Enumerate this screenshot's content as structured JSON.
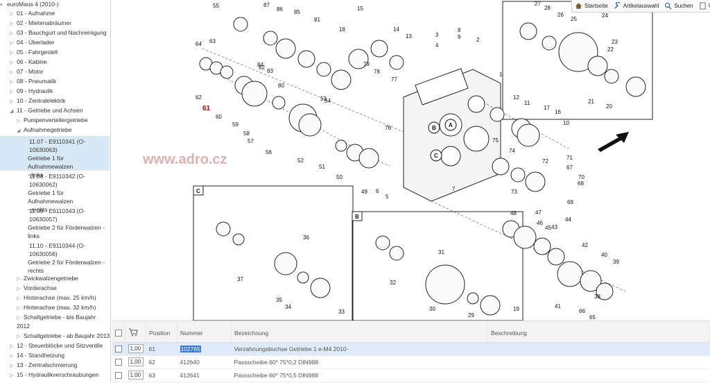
{
  "sidebar": {
    "items": [
      {
        "label": "euroMaus 4 (2010-)",
        "level": 0,
        "arrow": "▾"
      },
      {
        "label": "01 - Aufnahme",
        "level": 1,
        "arrow": "▷"
      },
      {
        "label": "02 - Mietenabräumer",
        "level": 1,
        "arrow": "▷"
      },
      {
        "label": "03 - Bauchgurt und Nachreinigung",
        "level": 1,
        "arrow": "▷"
      },
      {
        "label": "04 - Überlader",
        "level": 1,
        "arrow": "▷"
      },
      {
        "label": "05 - Fahrgestell",
        "level": 1,
        "arrow": "▷"
      },
      {
        "label": "06 - Kabine",
        "level": 1,
        "arrow": "▷"
      },
      {
        "label": "07 - Motor",
        "level": 1,
        "arrow": "▷"
      },
      {
        "label": "08 - Pneumatik",
        "level": 1,
        "arrow": "▷"
      },
      {
        "label": "09 - Hydraulik",
        "level": 1,
        "arrow": "▷"
      },
      {
        "label": "10 - Zentralelektrik",
        "level": 1,
        "arrow": "▷"
      },
      {
        "label": "11 - Getriebe und Achsen",
        "level": 1,
        "arrow": "◢"
      },
      {
        "label": "Pumpenverteilergetriebe",
        "level": 2,
        "arrow": "▷"
      },
      {
        "label": "Aufnahmegetriebe",
        "level": 2,
        "arrow": "◢"
      }
    ],
    "leaves": [
      {
        "line1": "11.07 - E9110341 (O-",
        "line2": "10630063)",
        "line3": "Getriebe 1 für Aufnahmewalzen",
        "line4": "- links",
        "selected": true
      },
      {
        "line1": "11.08 - E9110342 (O-",
        "line2": "10630062)",
        "line3": "Getriebe 1 für Aufnahmewalzen",
        "line4": "- rechts",
        "selected": false
      },
      {
        "line1": "11.09 - E9110343 (O-",
        "line2": "10630057)",
        "line3": "Getriebe 2 für Förderwalzen -",
        "line4": "links",
        "selected": false
      },
      {
        "line1": "11.10 - E9110344 (O-",
        "line2": "10630056)",
        "line3": "Getriebe 2 für Förderwalzen -",
        "line4": "rechts",
        "selected": false
      }
    ],
    "items_after": [
      {
        "label": "Zwickwalzengetriebe",
        "level": 2,
        "arrow": "▷"
      },
      {
        "label": "Vorderachse",
        "level": 2,
        "arrow": "▷"
      },
      {
        "label": "Hinterachse (max. 25 km/h)",
        "level": 2,
        "arrow": "▷"
      },
      {
        "label": "Hinterachse (max. 32 km/h)",
        "level": 2,
        "arrow": "▷"
      },
      {
        "label": "Schaltgetriebe - bis Baujahr",
        "label2": "2012",
        "level": 2,
        "arrow": "▷"
      },
      {
        "label": "Schaltgetriebe - ab Baujahr 2013",
        "level": 2,
        "arrow": "▷"
      },
      {
        "label": "12 - Steuerblöcke und Sitzventile",
        "level": 1,
        "arrow": "▷"
      },
      {
        "label": "14 - Standheizung",
        "level": 1,
        "arrow": "▷"
      },
      {
        "label": "13 - Zentralschmierung",
        "level": 1,
        "arrow": "▷"
      },
      {
        "label": "15 - Hydraulikverschraubungen",
        "level": 1,
        "arrow": "▷"
      }
    ]
  },
  "toolbar": {
    "home_label": "Startseite",
    "select_label": "Artikelauswahl",
    "search_label": "Suchen",
    "more_label": "V"
  },
  "drawing": {
    "watermark": "www.adro.cz",
    "highlight_label": "61",
    "detail_labels": [
      "A",
      "B",
      "C"
    ],
    "part_numbers": [
      "1",
      "2",
      "3",
      "4",
      "5",
      "6",
      "7",
      "8",
      "9",
      "10",
      "11",
      "12",
      "13",
      "14",
      "15",
      "16",
      "17",
      "18",
      "19",
      "20",
      "21",
      "22",
      "23",
      "24",
      "25",
      "26",
      "27",
      "28",
      "29",
      "30",
      "31",
      "32",
      "33",
      "34",
      "35",
      "36",
      "37",
      "38",
      "39",
      "40",
      "41",
      "42",
      "43",
      "44",
      "45",
      "46",
      "47",
      "48",
      "49",
      "50",
      "51",
      "52",
      "53",
      "54",
      "55",
      "56",
      "57",
      "58",
      "59",
      "60",
      "62",
      "63",
      "64",
      "65",
      "66",
      "67",
      "68",
      "69",
      "70",
      "71",
      "72",
      "73",
      "74",
      "75",
      "76",
      "77",
      "78",
      "79",
      "80",
      "81",
      "82",
      "83",
      "84",
      "85",
      "86",
      "87"
    ]
  },
  "table": {
    "headers": {
      "position": "Position",
      "nummer": "Nummer",
      "bezeichnung": "Bezeichnung",
      "beschreibung": "Beschreibung"
    },
    "rows": [
      {
        "qty": "1,00",
        "position": "61",
        "nummer": "102765",
        "bezeichnung": "Verzahnungsbuchse Getriebe 1 e-M4 2010-",
        "beschreibung": "",
        "highlight": true
      },
      {
        "qty": "1,00",
        "position": "62",
        "nummer": "412640",
        "bezeichnung": "Passscheibe 60* 75*0,2 DIN988",
        "beschreibung": "",
        "highlight": false
      },
      {
        "qty": "1,00",
        "position": "63",
        "nummer": "412641",
        "bezeichnung": "Passscheibe 60* 75*0,5 DIN988",
        "beschreibung": "",
        "highlight": false
      }
    ]
  }
}
